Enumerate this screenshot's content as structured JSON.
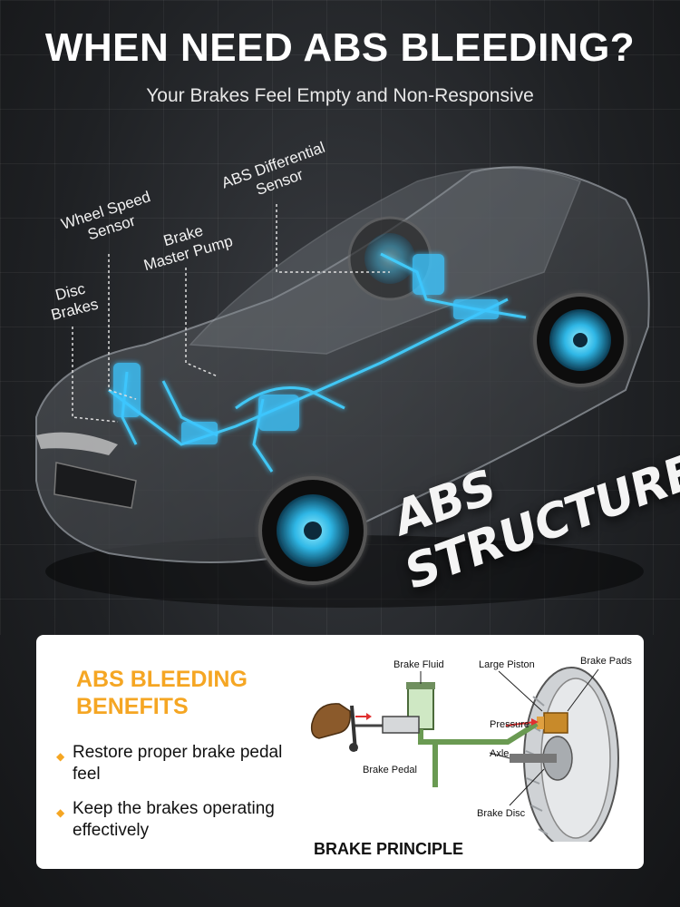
{
  "header": {
    "title": "WHEN NEED ABS BLEEDING?",
    "subtitle": "Your Brakes Feel Empty and Non-Responsive"
  },
  "car_labels": {
    "disc_brakes": "Disc\nBrakes",
    "wheel_speed_sensor": "Wheel Speed\nSensor",
    "brake_master_pump": "Brake\nMaster Pump",
    "abs_differential_sensor": "ABS Differential\nSensor"
  },
  "structure_label": "ABS STRUCTURE",
  "benefits": {
    "title": "ABS BLEEDING BENEFITS",
    "items": [
      "Restore proper brake pedal feel",
      "Keep the brakes operating effectively"
    ]
  },
  "diagram": {
    "brake_fluid": "Brake Fluid",
    "large_piston": "Large Piston",
    "brake_pads": "Brake Pads",
    "pressure": "Pressure",
    "brake_pedal": "Brake Pedal",
    "axle": "Axle",
    "brake_disc": "Brake Disc",
    "caption": "BRAKE PRINCIPLE"
  },
  "colors": {
    "accent_orange": "#f5a623",
    "glow_blue": "#3ec6ff",
    "background": "#1f2124"
  }
}
